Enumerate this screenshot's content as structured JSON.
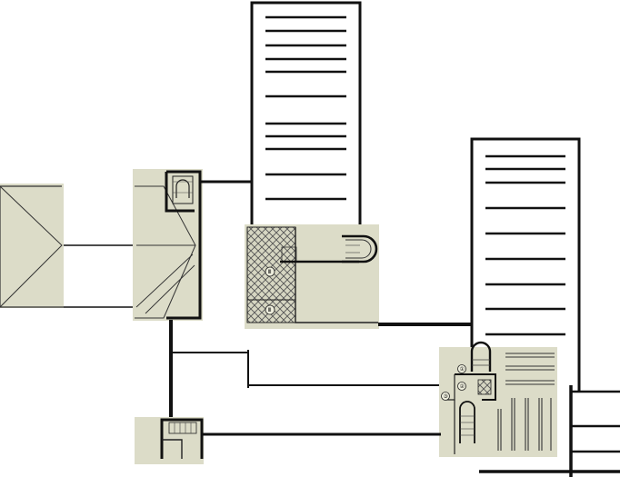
{
  "palette": {
    "background": "#ffffff",
    "ink": "#111111",
    "paper": "#dcdcc8",
    "paper_dark": "#cfcfb9",
    "hatch": "#555555"
  },
  "labels": {
    "room_1": "Ⅲ",
    "room_2": "Ⅲ",
    "room_3": "①",
    "room_4": "②",
    "room_5": "③"
  }
}
